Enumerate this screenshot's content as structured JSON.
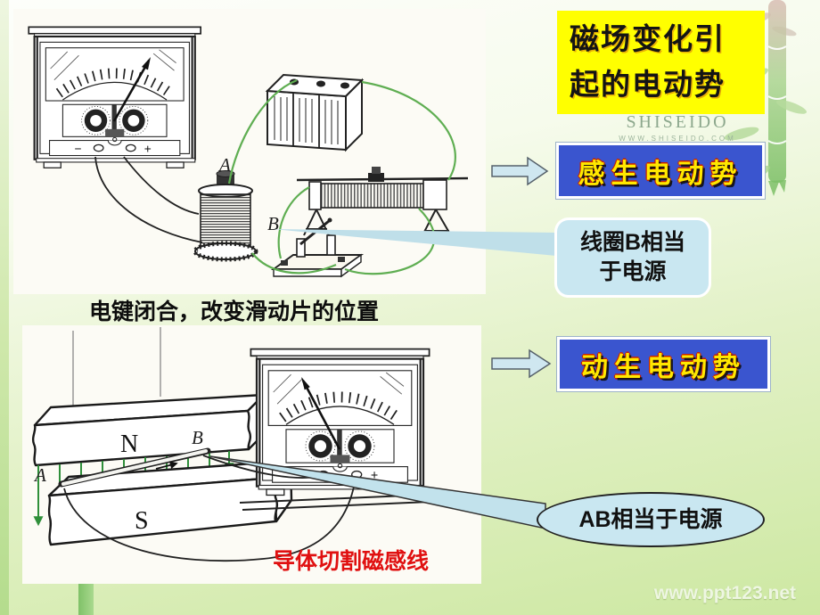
{
  "title": {
    "line1": "磁场变化引",
    "line2": "起的电动势"
  },
  "boxes": {
    "induced": "感生电动势",
    "motional": "动生电动势"
  },
  "callouts": {
    "coil_line1": "线圈B相当",
    "coil_line2": "于电源",
    "ab": "AB相当于电源"
  },
  "captions": {
    "top": "电键闭合，改变滑动片的位置",
    "bottom": "导体切割磁感线"
  },
  "watermark": {
    "brand": "SHISEIDO",
    "url": "WWW.SHISEIDO.COM"
  },
  "footer": {
    "url": "www.ppt123.net"
  },
  "meter": {
    "minus": "−",
    "plus": "+"
  },
  "figure1": {
    "label_a": "A",
    "label_b": "B"
  },
  "figure2": {
    "label_a": "A",
    "label_b": "B",
    "pole_n": "N",
    "pole_s": "S"
  },
  "colors": {
    "title_bg": "#ffff00",
    "emf_box_bg": "#3a55cf",
    "emf_text": "#ffe800",
    "callout_bg": "#c9e7f1",
    "caption_red": "#e01010",
    "wire_green": "#5fae52",
    "field_arrow_green": "#2f8f3a",
    "slide_green": "#cde8a2"
  }
}
